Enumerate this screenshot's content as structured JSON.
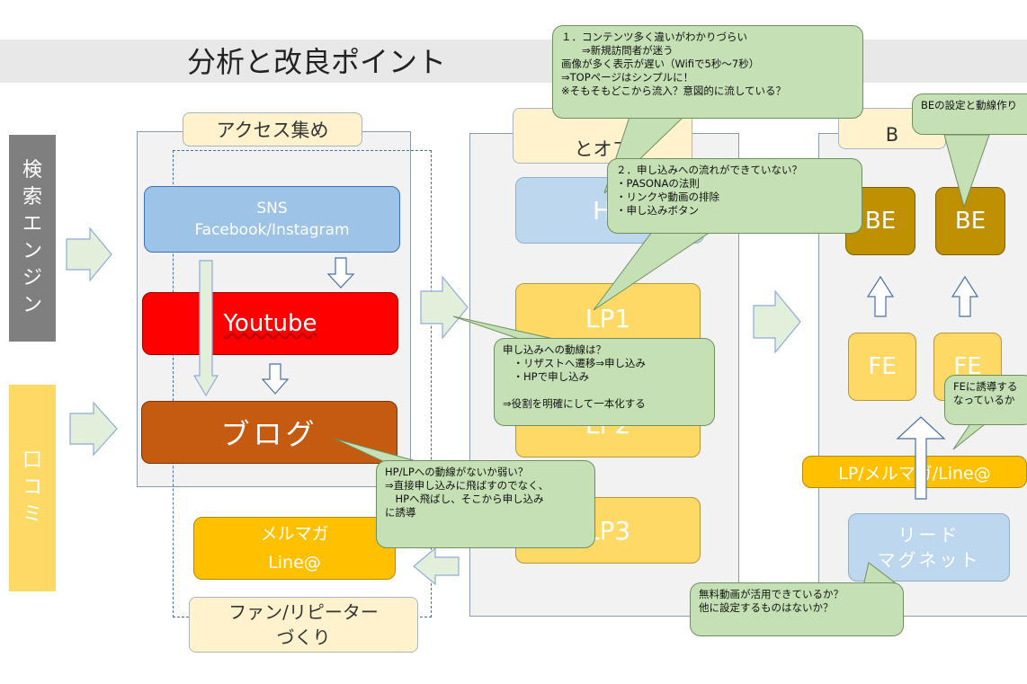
{
  "title": "分析と改良ポイント",
  "left_sources": {
    "search_engine": "検\n索\nエ\nン\nジ\nン",
    "word_of_mouth": "口\nコ\nミ"
  },
  "section_access": {
    "label": "アクセス集め",
    "sns": "SNS\nFacebook/Instagram",
    "youtube": "Youtube",
    "blog": "ブログ",
    "mailmag": "メルマガ\nLine@",
    "fan_label": "ファン/リピーター\nづくり"
  },
  "section_hp": {
    "label_visible": "とオフ",
    "hp": "HP",
    "lp1": "LP1",
    "lp2": "LP2",
    "lp3": "LP3"
  },
  "section_be": {
    "label_visible": "B",
    "be1": "BE",
    "be2": "BE",
    "fe1": "FE",
    "fe2": "FE",
    "lp_bar": "LP/メルマガ/Line@",
    "lead_magnet": "リード\nマグネット"
  },
  "callouts": {
    "c1": "１．コンテンツ多く違いがわかりづらい\n　　⇒新規訪問者が迷う\n画像が多く表示が遅い（Wifiで5秒〜7秒）\n⇒TOPページはシンプルに！\n※そもそもどこから流入？意図的に流している？",
    "c2": "２．申し込みへの流れができていない？\n・PASONAの法則\n・リンクや動画の排除\n・申し込みボタン",
    "c3": "申し込みへの動線は？\n　・リザストへ遷移⇒申し込み\n　・HPで申し込み\n\n⇒役割を明確にして一本化する",
    "c4": "HP/LPへの動線がないか弱い？\n⇒直接申し込みに飛ばすのでなく、\n　HPへ飛ばし、そこから申し込み\nに誘導",
    "c5": "BEの設定と動線作り",
    "c6": "FEに誘導する\nなっているか",
    "c7": "無料動画が活用できているか？\n他に設定するものはないか？"
  },
  "colors": {
    "arrow_fill": "#e2efda",
    "arrow_stroke": "#8faadc",
    "callout_fill": "#c5e0b4",
    "youtube_red": "#ff0000",
    "blog_brown": "#c55a11"
  }
}
